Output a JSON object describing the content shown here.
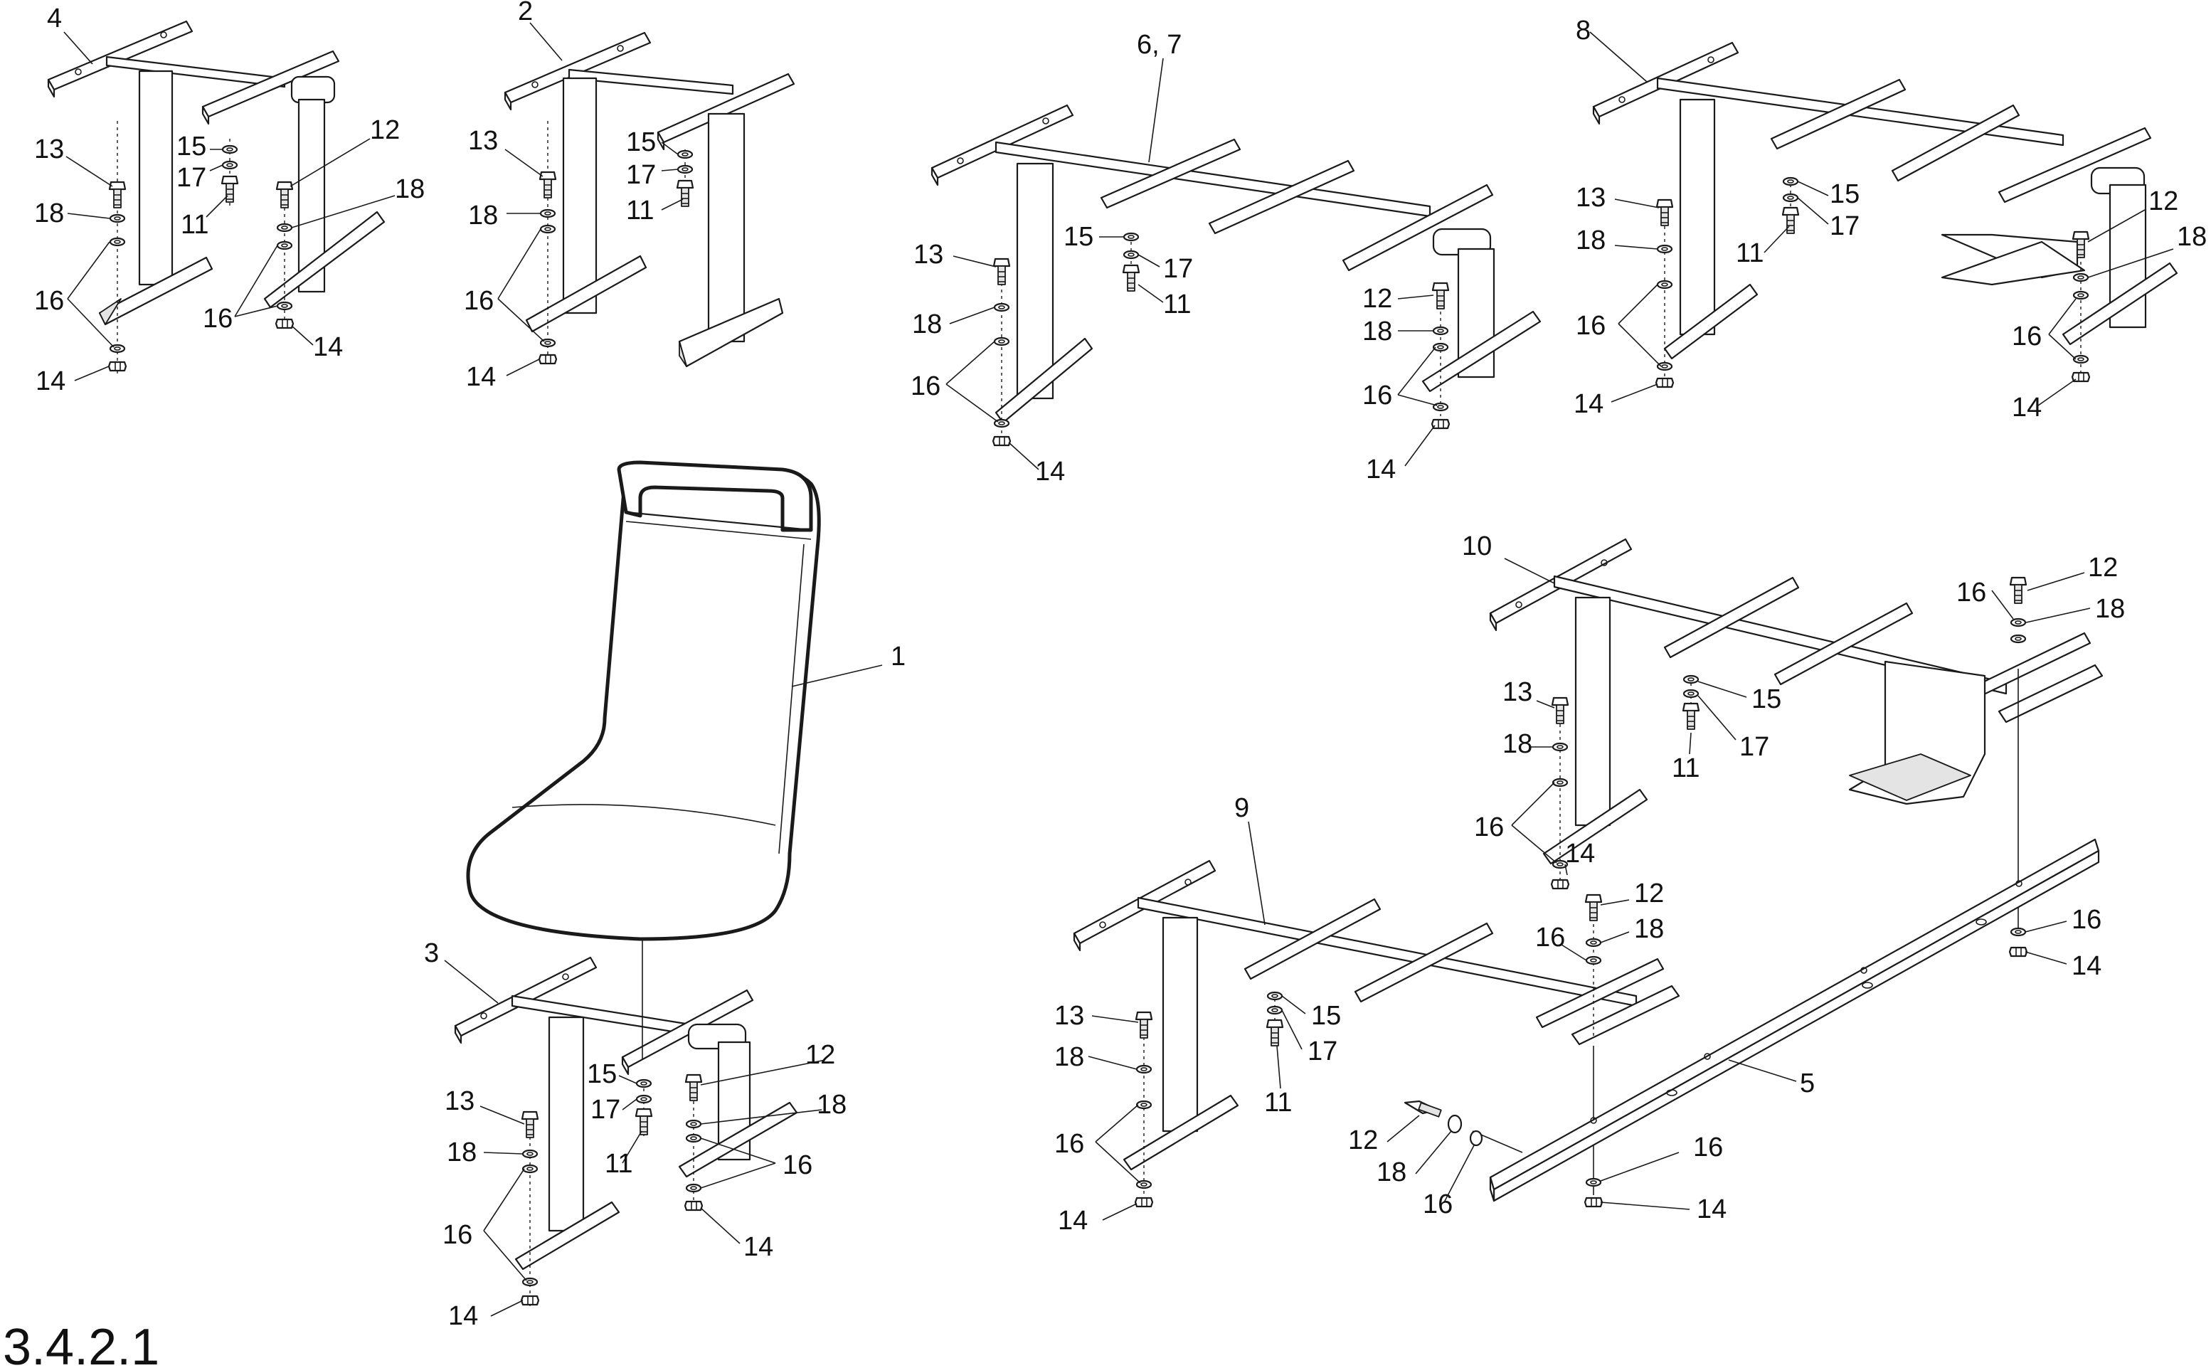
{
  "figure": {
    "number": "3.4.2.1"
  },
  "callouts": [
    {
      "id": "c4-a",
      "text": "4"
    },
    {
      "id": "c13-a",
      "text": "13"
    },
    {
      "id": "c18-a",
      "text": "18"
    },
    {
      "id": "c16-a",
      "text": "16"
    },
    {
      "id": "c14-a",
      "text": "14"
    },
    {
      "id": "c15-a",
      "text": "15"
    },
    {
      "id": "c17-a",
      "text": "17"
    },
    {
      "id": "c11-a",
      "text": "11"
    },
    {
      "id": "c12-a",
      "text": "12"
    },
    {
      "id": "c18-a2",
      "text": "18"
    },
    {
      "id": "c16-a2",
      "text": "16"
    },
    {
      "id": "c14-a2",
      "text": "14"
    },
    {
      "id": "c2-b",
      "text": "2"
    },
    {
      "id": "c13-b",
      "text": "13"
    },
    {
      "id": "c18-b",
      "text": "18"
    },
    {
      "id": "c16-b",
      "text": "16"
    },
    {
      "id": "c14-b",
      "text": "14"
    },
    {
      "id": "c15-b",
      "text": "15"
    },
    {
      "id": "c17-b",
      "text": "17"
    },
    {
      "id": "c11-b",
      "text": "11"
    },
    {
      "id": "c67-c",
      "text": "6, 7"
    },
    {
      "id": "c13-c",
      "text": "13"
    },
    {
      "id": "c18-c",
      "text": "18"
    },
    {
      "id": "c16-c",
      "text": "16"
    },
    {
      "id": "c14-c",
      "text": "14"
    },
    {
      "id": "c15-c",
      "text": "15"
    },
    {
      "id": "c17-c",
      "text": "17"
    },
    {
      "id": "c11-c",
      "text": "11"
    },
    {
      "id": "c12-c",
      "text": "12"
    },
    {
      "id": "c18-c2",
      "text": "18"
    },
    {
      "id": "c16-c2",
      "text": "16"
    },
    {
      "id": "c14-c2",
      "text": "14"
    },
    {
      "id": "c8-d",
      "text": "8"
    },
    {
      "id": "c13-d",
      "text": "13"
    },
    {
      "id": "c18-d",
      "text": "18"
    },
    {
      "id": "c16-d",
      "text": "16"
    },
    {
      "id": "c14-d",
      "text": "14"
    },
    {
      "id": "c15-d",
      "text": "15"
    },
    {
      "id": "c17-d",
      "text": "17"
    },
    {
      "id": "c11-d",
      "text": "11"
    },
    {
      "id": "c12-d",
      "text": "12"
    },
    {
      "id": "c18-d2",
      "text": "18"
    },
    {
      "id": "c16-d2",
      "text": "16"
    },
    {
      "id": "c14-d2",
      "text": "14"
    },
    {
      "id": "c1-e",
      "text": "1"
    },
    {
      "id": "c3-e",
      "text": "3"
    },
    {
      "id": "c13-e",
      "text": "13"
    },
    {
      "id": "c18-e",
      "text": "18"
    },
    {
      "id": "c16-e",
      "text": "16"
    },
    {
      "id": "c14-e",
      "text": "14"
    },
    {
      "id": "c15-e",
      "text": "15"
    },
    {
      "id": "c17-e",
      "text": "17"
    },
    {
      "id": "c11-e",
      "text": "11"
    },
    {
      "id": "c12-e",
      "text": "12"
    },
    {
      "id": "c18-e2",
      "text": "18"
    },
    {
      "id": "c16-e2",
      "text": "16"
    },
    {
      "id": "c14-e2",
      "text": "14"
    },
    {
      "id": "c10-f",
      "text": "10"
    },
    {
      "id": "c16-f",
      "text": "16"
    },
    {
      "id": "c12-f",
      "text": "12"
    },
    {
      "id": "c18-f",
      "text": "18"
    },
    {
      "id": "c13-f",
      "text": "13"
    },
    {
      "id": "c18-f2",
      "text": "18"
    },
    {
      "id": "c15-f",
      "text": "15"
    },
    {
      "id": "c11-f",
      "text": "11"
    },
    {
      "id": "c17-f",
      "text": "17"
    },
    {
      "id": "c16-f2",
      "text": "16"
    },
    {
      "id": "c14-f",
      "text": "14"
    },
    {
      "id": "c12-f2",
      "text": "12"
    },
    {
      "id": "c16-f3",
      "text": "16"
    },
    {
      "id": "c18-f3",
      "text": "18"
    },
    {
      "id": "c16-f4",
      "text": "16"
    },
    {
      "id": "c14-f2",
      "text": "14"
    },
    {
      "id": "c9-g",
      "text": "9"
    },
    {
      "id": "c13-g",
      "text": "13"
    },
    {
      "id": "c18-g",
      "text": "18"
    },
    {
      "id": "c16-g",
      "text": "16"
    },
    {
      "id": "c14-g",
      "text": "14"
    },
    {
      "id": "c15-g",
      "text": "15"
    },
    {
      "id": "c17-g",
      "text": "17"
    },
    {
      "id": "c11-g",
      "text": "11"
    },
    {
      "id": "c5-h",
      "text": "5"
    },
    {
      "id": "c12-h",
      "text": "12"
    },
    {
      "id": "c18-h",
      "text": "18"
    },
    {
      "id": "c16-h",
      "text": "16"
    },
    {
      "id": "c16-h2",
      "text": "16"
    },
    {
      "id": "c14-h",
      "text": "14"
    }
  ]
}
